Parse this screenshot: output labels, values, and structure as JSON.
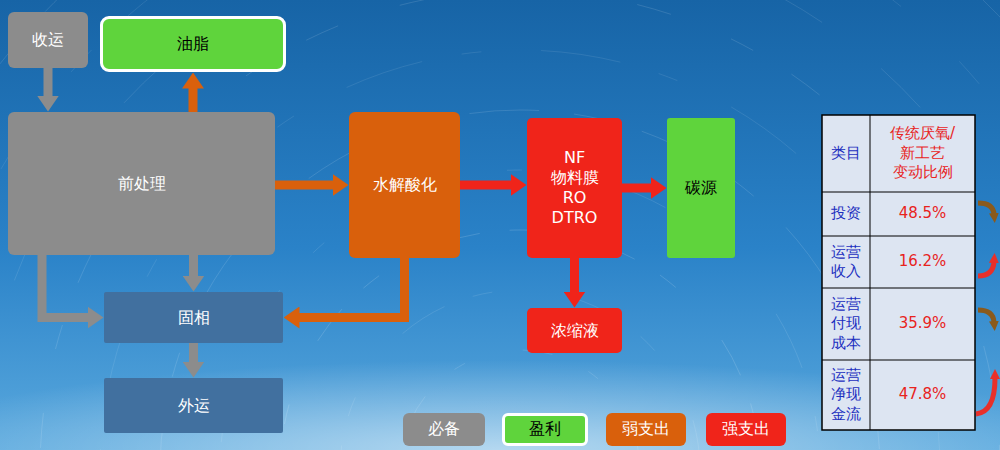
{
  "diagram": {
    "nodes": [
      {
        "text": [
          "收运"
        ]
      },
      {
        "text": [
          "油脂"
        ]
      },
      {
        "text": [
          "前处理"
        ]
      },
      {
        "text": [
          "水解酸化"
        ]
      },
      {
        "text": [
          "NF 物料膜 RO DTRO"
        ]
      },
      {
        "text": [
          "碳源"
        ]
      },
      {
        "text": [
          "固相"
        ]
      },
      {
        "text": [
          "浓缩液"
        ]
      },
      {
        "text": [
          "外运"
        ]
      }
    ],
    "edges": [
      {
        "from": 0,
        "to": 2,
        "arrow": "to"
      },
      {
        "from": 2,
        "to": 1,
        "arrow": "to"
      },
      {
        "from": 2,
        "to": 3,
        "arrow": "to"
      },
      {
        "from": 3,
        "to": 4,
        "arrow": "to"
      },
      {
        "from": 4,
        "to": 5,
        "arrow": "to"
      },
      {
        "from": 4,
        "to": 7,
        "arrow": "to"
      },
      {
        "from": 3,
        "to": 6,
        "arrow": "to"
      },
      {
        "from": 2,
        "to": 6,
        "arrow": "to"
      },
      {
        "from": 2,
        "to": 6,
        "arrow": "to"
      },
      {
        "from": 6,
        "to": 8,
        "arrow": "to"
      }
    ],
    "labels": [
      "类目",
      "传统厌氧/ 新工艺 变动比例",
      "投资",
      "48.5%",
      "运营 收入",
      "16.2%",
      "运营 付现 成本",
      "35.9%",
      "运营 净现 金流",
      "47.8%"
    ],
    "legend": [
      {
        "text": "必备",
        "color": "#8c8c8c"
      },
      {
        "text": "盈利",
        "color": "#5fd43c"
      },
      {
        "text": "弱支出",
        "color": "#d9600c"
      },
      {
        "text": "强支出",
        "color": "#f0241a"
      }
    ]
  }
}
